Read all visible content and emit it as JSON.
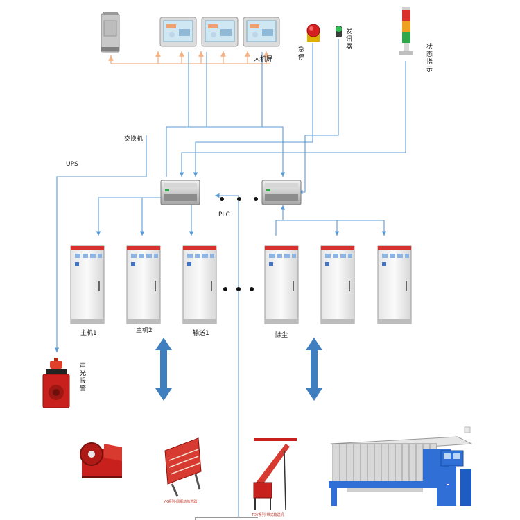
{
  "labels": {
    "hmi": "人机屏",
    "estop": "急停",
    "transmitter": "发讯器",
    "status": "状态指示",
    "switch": "交换机",
    "ups": "UPS",
    "plc": "PLC",
    "alarm": "声光报警"
  },
  "cabinets": [
    "主机1",
    "主机2",
    "输送1",
    "除尘"
  ],
  "equipment_captions": {
    "screen": "YK系列-圆振动筛选器",
    "conveyor": "TDY系列-带式输送机"
  },
  "colors": {
    "blue_line": "#5b9bd5",
    "orange_line": "#f4b183",
    "arrow_blue": "#3f7fbf"
  }
}
